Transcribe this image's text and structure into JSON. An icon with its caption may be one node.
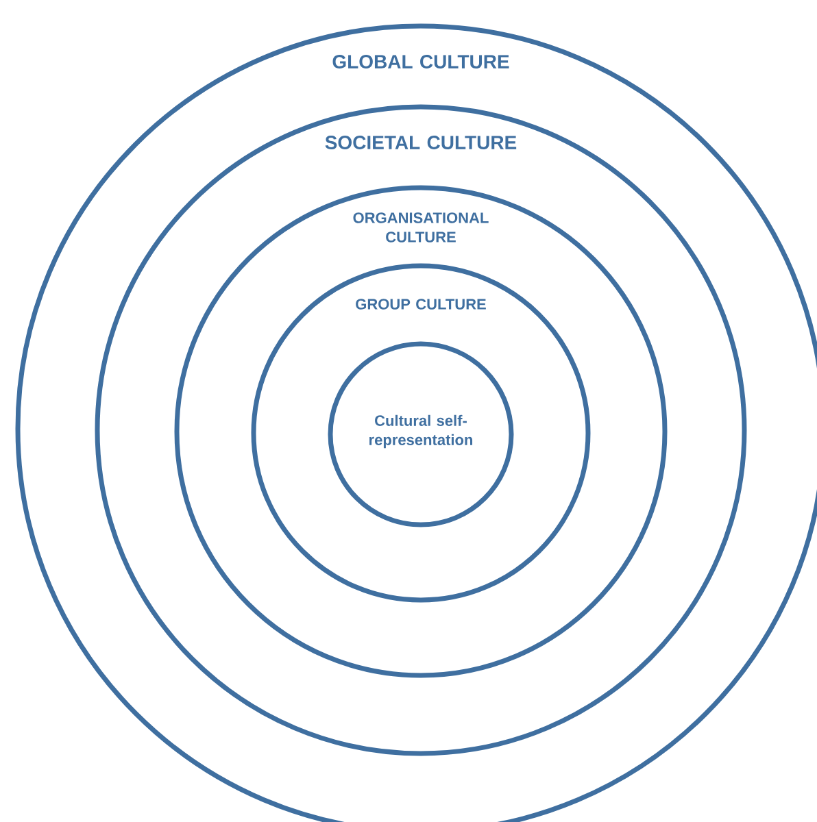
{
  "diagram": {
    "nodes": [
      {
        "text": [
          "GLOBAL CULTURE"
        ]
      },
      {
        "text": [
          "SOCIETAL CULTURE"
        ],
        "in": 0
      },
      {
        "text": [
          "ORGANISATIONAL CULTURE"
        ],
        "in": 1
      },
      {
        "text": [
          "GROUP CULTURE"
        ],
        "in": 2
      },
      {
        "text": [
          "Cultural self-representation"
        ],
        "in": 3
      }
    ]
  }
}
